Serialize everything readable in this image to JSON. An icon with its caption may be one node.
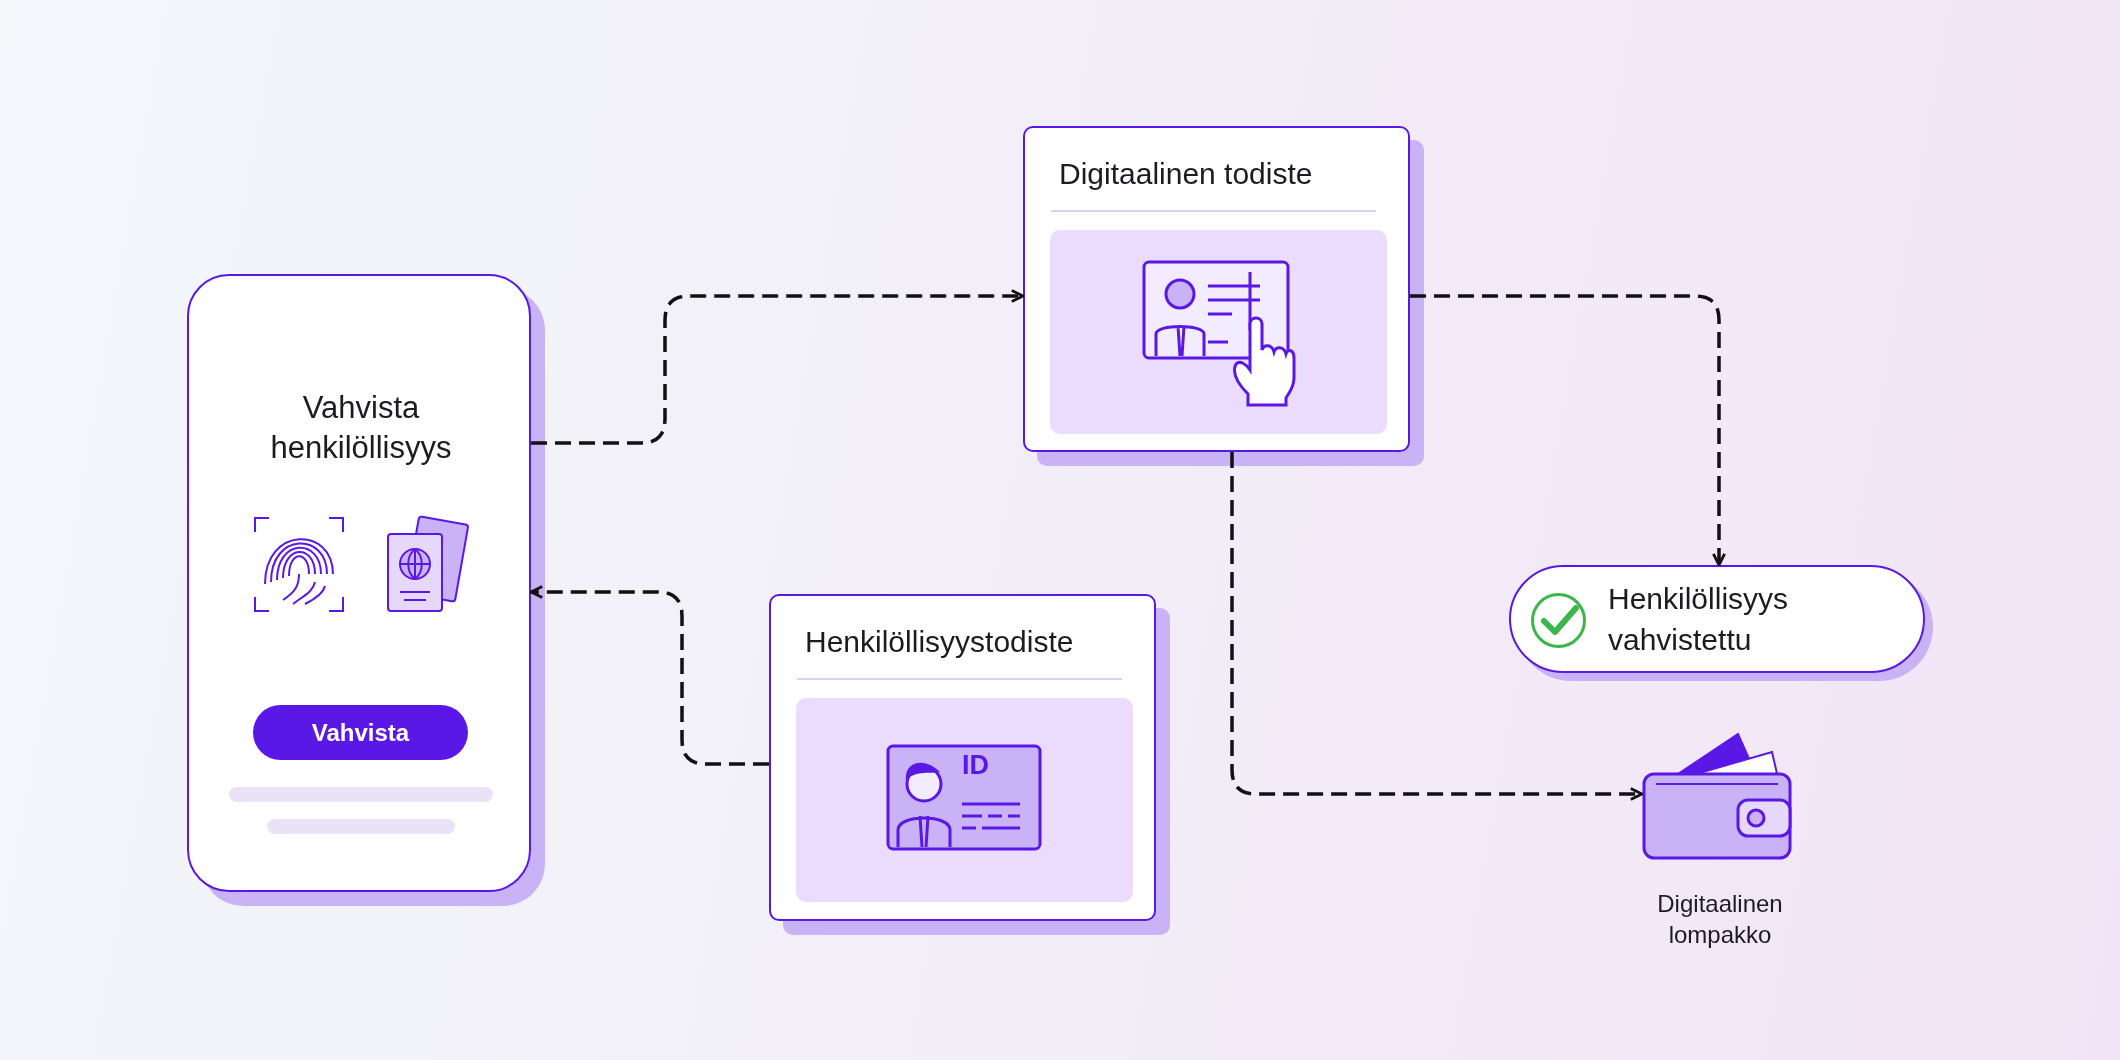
{
  "diagram": {
    "nodes": [
      {
        "text": [
          "Vahvista henkilöllisyys"
        ]
      },
      {
        "text": [
          "Vahvista"
        ],
        "in": 0
      },
      {
        "text": [
          "Digitaalinen todiste"
        ]
      },
      {
        "text": [
          "Henkilöllisyystodiste"
        ]
      },
      {
        "text": [
          "Henkilöllisyys vahvistettu"
        ]
      },
      {
        "text": [
          "Digitaalinen lompakko"
        ]
      }
    ],
    "edges": [
      {
        "from": 0,
        "to": 2,
        "arrow": "to",
        "style": "dashed"
      },
      {
        "from": 2,
        "to": 4,
        "arrow": "to",
        "style": "dashed"
      },
      {
        "from": 2,
        "to": 5,
        "arrow": "to",
        "style": "dashed"
      },
      {
        "from": 3,
        "to": 0,
        "arrow": "to",
        "style": "dashed"
      }
    ],
    "labels": [
      "ID"
    ]
  }
}
